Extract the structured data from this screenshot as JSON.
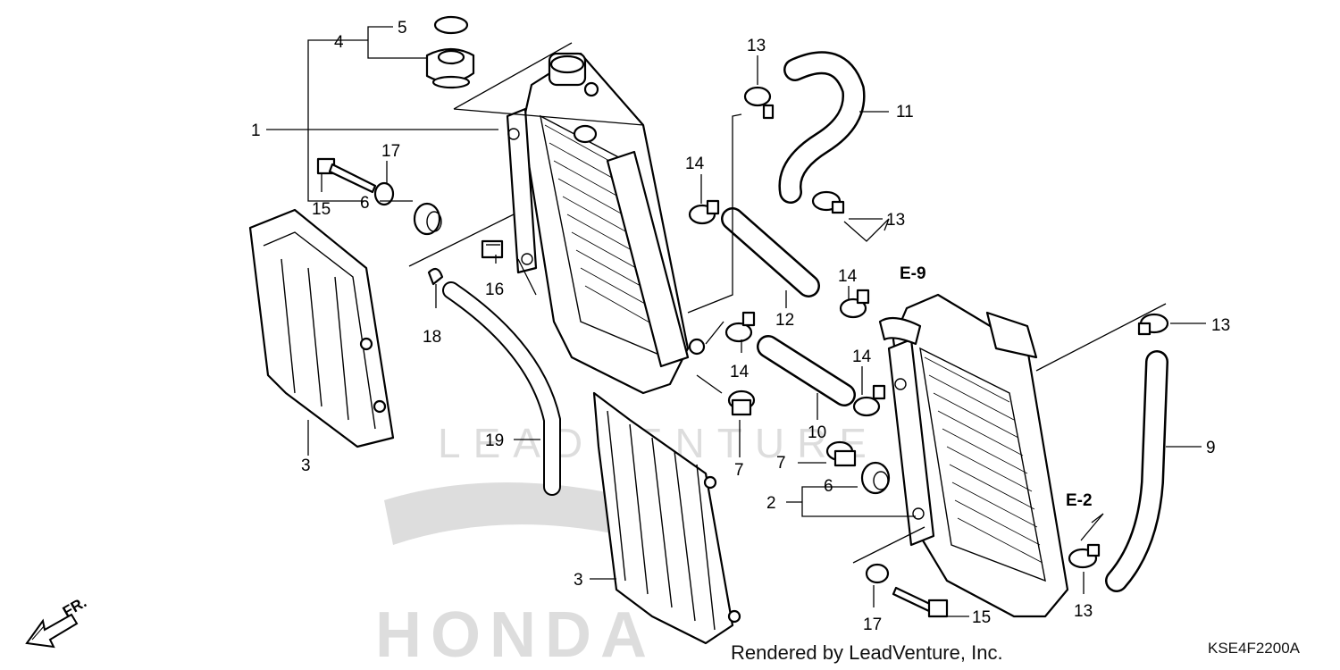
{
  "diagram": {
    "callouts": {
      "c1": "1",
      "c2": "2",
      "c3a": "3",
      "c3b": "3",
      "c4": "4",
      "c5": "5",
      "c6a": "6",
      "c6b": "6",
      "c7a": "7",
      "c7b": "7",
      "c9": "9",
      "c10": "10",
      "c11": "11",
      "c12": "12",
      "c13a": "13",
      "c13b": "13",
      "c13c": "13",
      "c13d": "13",
      "c14a": "14",
      "c14b": "14",
      "c14c": "14",
      "c14d": "14",
      "c15a": "15",
      "c15b": "15",
      "c16": "16",
      "c17a": "17",
      "c17b": "17",
      "c18": "18",
      "c19": "19"
    },
    "refs": {
      "e9": "E-9",
      "e2": "E-2"
    },
    "direction_label": "FR.",
    "credit": "Rendered by LeadVenture, Inc.",
    "diagram_code": "KSE4F2200A",
    "watermark_brand": "LEADVENTURE",
    "watermark_logo": "HONDA"
  }
}
